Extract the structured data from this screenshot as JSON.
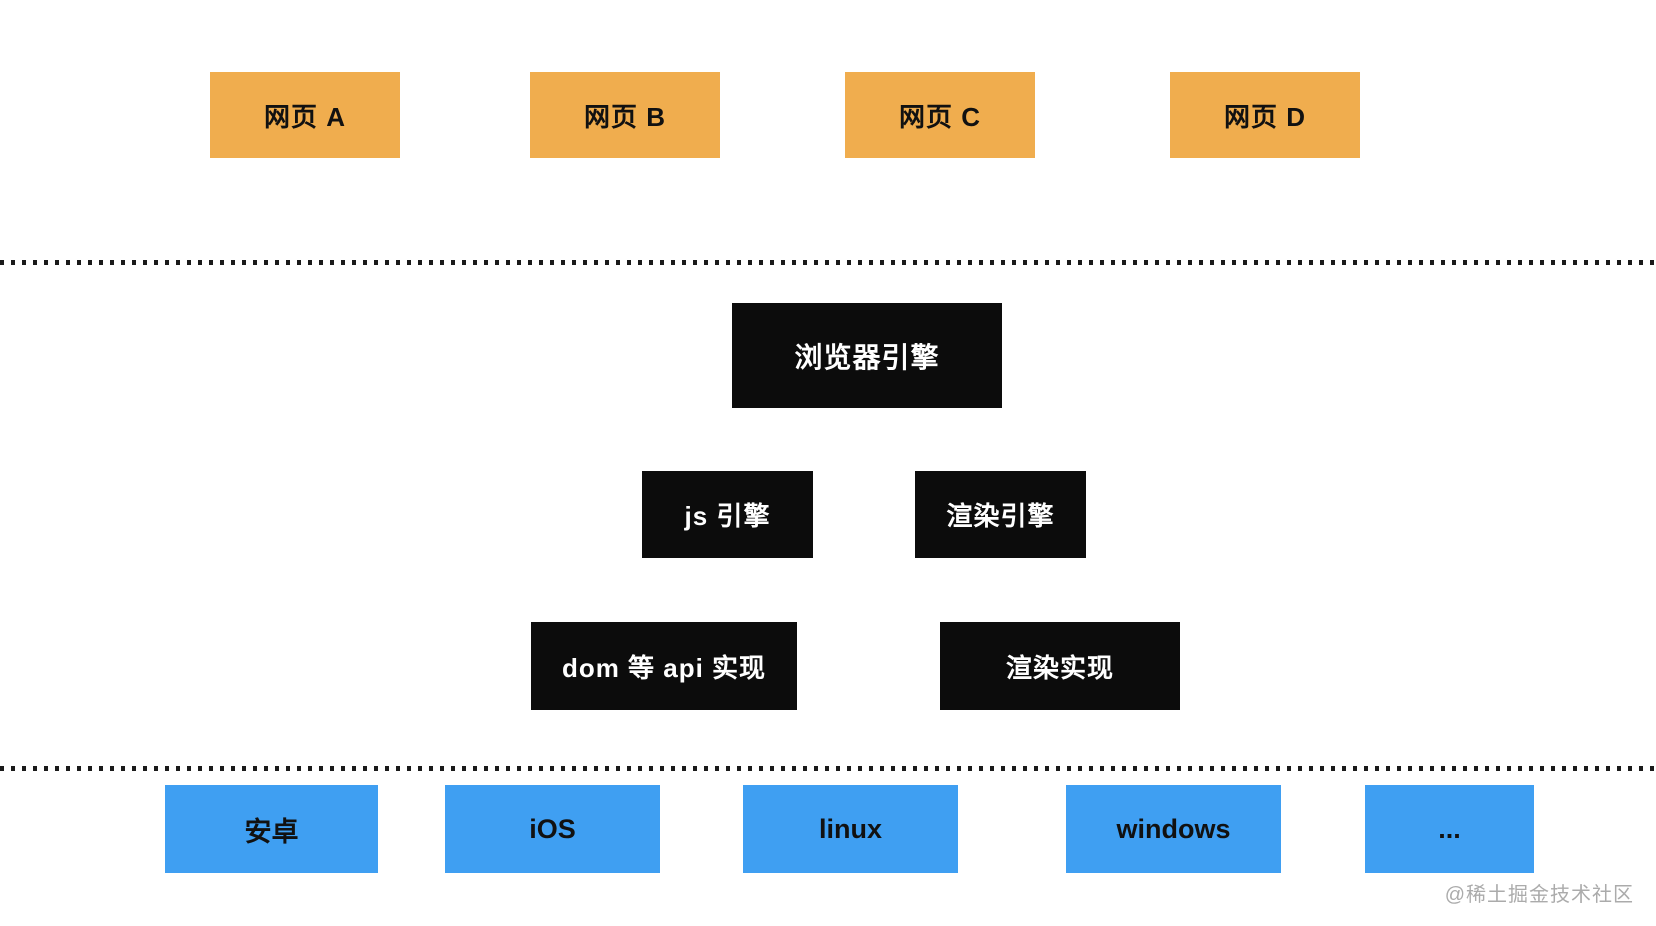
{
  "diagram": {
    "webpages": [
      {
        "label": "网页 A"
      },
      {
        "label": "网页 B"
      },
      {
        "label": "网页 C"
      },
      {
        "label": "网页 D"
      }
    ],
    "browser_engine": {
      "label": "浏览器引擎"
    },
    "engines": [
      {
        "label": "js 引擎"
      },
      {
        "label": "渲染引擎"
      }
    ],
    "implementations": [
      {
        "label": "dom 等 api 实现"
      },
      {
        "label": "渲染实现"
      }
    ],
    "platforms": [
      {
        "label": "安卓"
      },
      {
        "label": "iOS"
      },
      {
        "label": "linux"
      },
      {
        "label": "windows"
      },
      {
        "label": "..."
      }
    ]
  },
  "watermark": {
    "text": "@稀土掘金技术社区"
  },
  "colors": {
    "webpage_box": "#F0AD4E",
    "engine_box": "#0C0C0C",
    "platform_box": "#3F9FF2",
    "dotted_line": "#1A1A1A",
    "watermark_text": "#ABABAB"
  }
}
